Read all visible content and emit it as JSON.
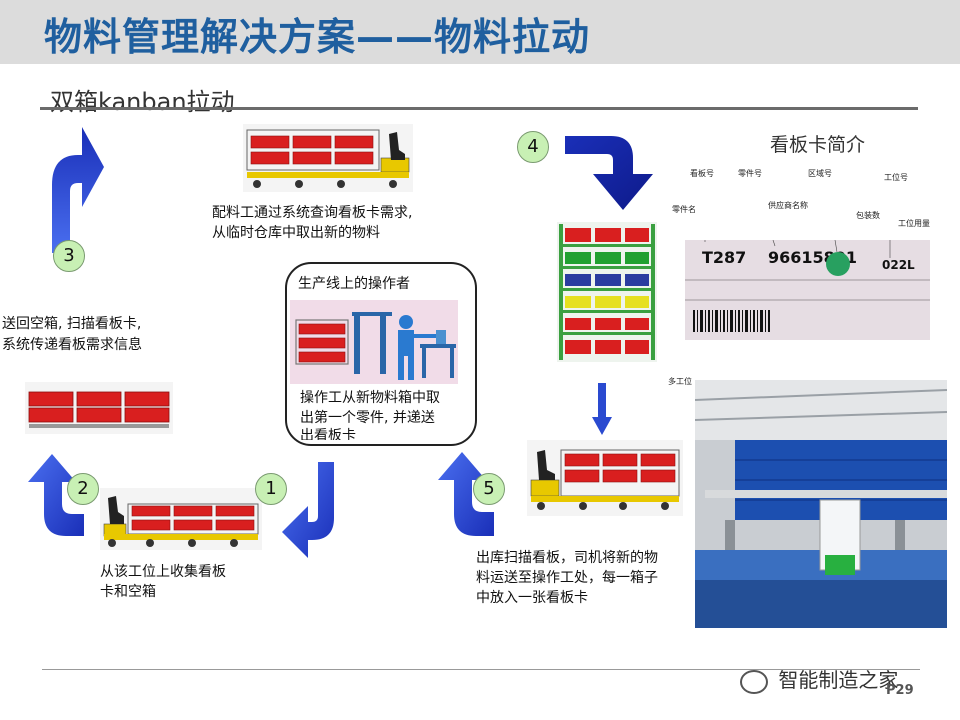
{
  "header": {
    "title": "物料管理解决方案——物料拉动"
  },
  "section": {
    "title": "双箱kanban拉动"
  },
  "steps": {
    "s1": {
      "number": "1",
      "caption_a": "从该工位上收集看板",
      "caption_b": "卡和空箱"
    },
    "s2": {
      "number": "2"
    },
    "s3": {
      "number": "3",
      "caption_a": "送回空箱, 扫描看板卡,",
      "caption_b": "系统传递看板需求信息"
    },
    "s4": {
      "number": "4"
    },
    "s5": {
      "number": "5",
      "caption_a": "出库扫描看板，司机将新的物",
      "caption_b": "料运送至操作工处，每一箱子",
      "caption_c": "中放入一张看板卡"
    }
  },
  "top_caption": {
    "line_a": "配料工通过系统查询看板卡需求,",
    "line_b": "从临时仓库中取出新的物料"
  },
  "operator": {
    "title": "生产线上的操作者",
    "line_a": "操作工从新物料箱中取",
    "line_b": "出第一个零件, 并递送",
    "line_c": "出看板卡"
  },
  "kanban_card": {
    "heading": "看板卡简介",
    "labels": [
      "看板号",
      "零件号",
      "区域号",
      "工位号",
      "零件名",
      "供应商名称",
      "包装数",
      "工位用量",
      "多工位"
    ],
    "card_no": "T287",
    "part_no": "96615801",
    "station": "022L"
  },
  "footer": {
    "watermark": "智能制造之家",
    "page": "P29"
  },
  "colors": {
    "title": "#1f5f9f",
    "arrow": "#1c36c8",
    "badge": "#c8f0b4"
  }
}
